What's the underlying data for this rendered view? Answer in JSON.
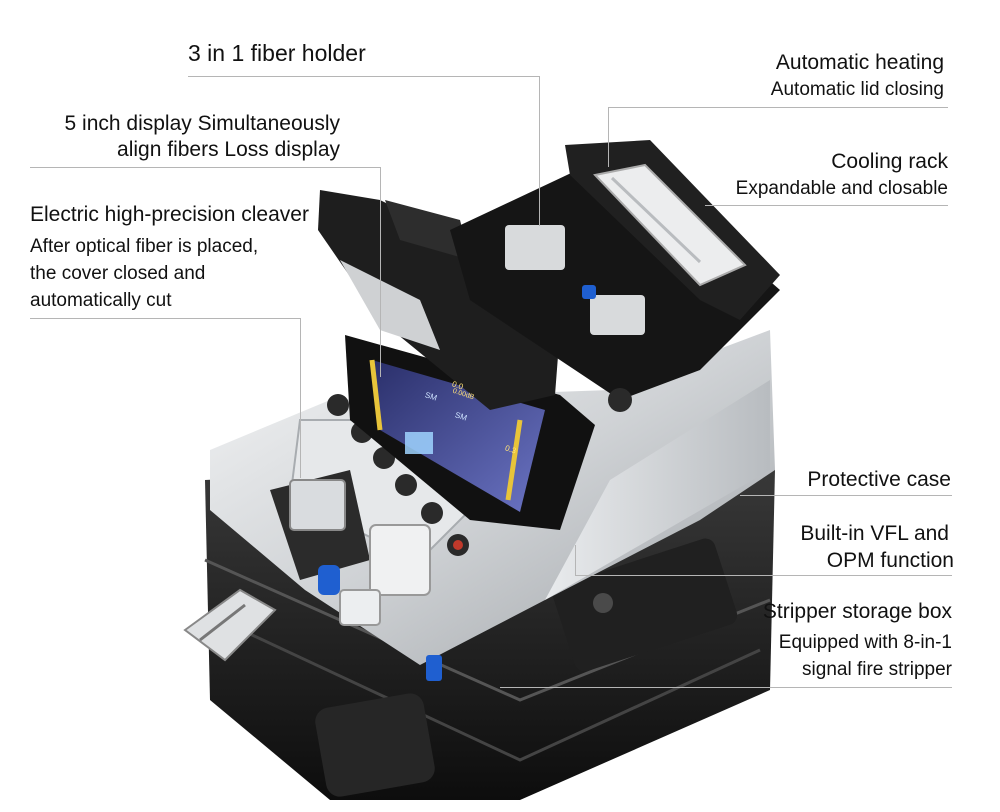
{
  "callouts": {
    "fiber_holder": "3 in 1 fiber holder",
    "display_1": "5 inch display Simultaneously",
    "display_2": "align fibers Loss display",
    "cleaver_title": "Electric high-precision cleaver",
    "cleaver_1": "After optical fiber is placed,",
    "cleaver_2": "the cover closed and",
    "cleaver_3": "automatically cut",
    "heating_1": "Automatic heating",
    "heating_2": "Automatic lid closing",
    "cooling_1": "Cooling rack",
    "cooling_2": "Expandable and closable",
    "case": "Protective case",
    "vfl_1": "Built-in VFL and",
    "vfl_2": "OPM function",
    "stripper_1": "Stripper storage box",
    "stripper_2": "Equipped with 8-in-1",
    "stripper_3": "signal fire stripper"
  },
  "screen": {
    "readout_top": "0.0",
    "readout_db": "0.00dB",
    "mode_left": "SM",
    "mode_right": "SM",
    "readout_side": "0.3"
  },
  "colors": {
    "case_black": "#1a1a1a",
    "body_silver": "#d6d8db",
    "accent_blue": "#1f5fd0",
    "screen_yellow": "#e8c43a",
    "leader_line": "#b5b5b5"
  }
}
